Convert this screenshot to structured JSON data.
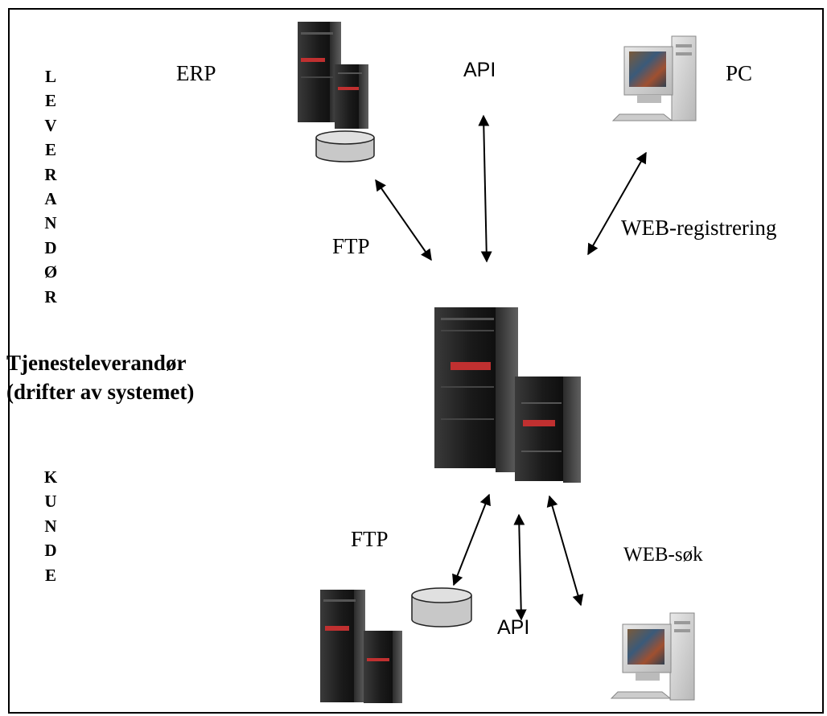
{
  "diagram": {
    "supplier_vertical": [
      "L",
      "E",
      "V",
      "E",
      "R",
      "A",
      "N",
      "D",
      "Ø",
      "R"
    ],
    "customer_vertical": [
      "K",
      "U",
      "N",
      "D",
      "E"
    ],
    "service_provider": {
      "line1": "Tjenesteleverandør",
      "line2": "(drifter av systemet)"
    },
    "labels": {
      "erp": "ERP",
      "api_top": "API",
      "pc": "PC",
      "ftp_top": "FTP",
      "web_registration": "WEB-registrering",
      "ftp_bottom": "FTP",
      "web_search": "WEB-søk",
      "api_bottom": "API"
    },
    "icons": [
      "server-icon",
      "database-icon",
      "desktop-computer-icon"
    ]
  }
}
